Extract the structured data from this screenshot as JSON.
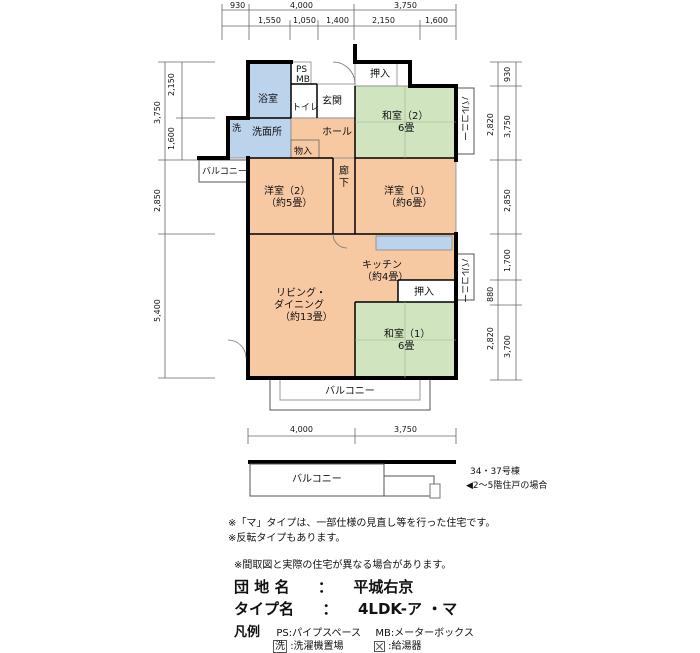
{
  "dimensions": {
    "top_outer": [
      "930",
      "4,000",
      "3,750"
    ],
    "top_inner": [
      "1,550",
      "1,050",
      "1,400",
      "2,150",
      "1,600"
    ],
    "left_outer": [
      "3,750",
      "2,850",
      "5,400"
    ],
    "left_inner": [
      "2,150",
      "1,600"
    ],
    "right_outer": [
      "930",
      "3,750",
      "2,850",
      "1,700",
      "3,700"
    ],
    "right_inner": [
      "2,820",
      "880",
      "2,820"
    ],
    "bottom": [
      "4,000",
      "3,750"
    ]
  },
  "rooms": {
    "bath": "浴室",
    "ps_mb_1": "PS",
    "ps_mb_2": "MB",
    "toilet": "トイレ",
    "entrance": "玄関",
    "closet_top": "押入",
    "washroom": "洗面所",
    "washer": "洗",
    "hall": "ホール",
    "storage": "物入",
    "corridor_1": "廊",
    "corridor_2": "下",
    "washitsu2_name": "和室（2）",
    "washitsu2_size": "6畳",
    "youshitsu2_name": "洋室（2）",
    "youshitsu2_size": "（約5畳）",
    "youshitsu1_name": "洋室（1）",
    "youshitsu1_size": "（約6畳）",
    "kitchen_name": "キッチン",
    "kitchen_size": "（約4畳）",
    "closet_mid": "押入",
    "living_1": "リビング・",
    "living_2": "ダイニング",
    "living_3": "（約13畳）",
    "washitsu1_name": "和室（1）",
    "washitsu1_size": "6畳",
    "balcony_left": "バルコニー",
    "balcony_right_top": "バルコニー",
    "balcony_right_mid": "バルコニー",
    "balcony_bottom": "バルコニー",
    "balcony_variant": "バルコニー"
  },
  "variant_note": {
    "line1": "34・37号棟",
    "line2": "◀2～5階住戸の場合"
  },
  "notes": [
    "※「マ」タイプは、一部仕様の見直し等を行った住宅です。",
    "※反転タイプもあります。"
  ],
  "disclaimer": "※間取図と実際の住宅が異なる場合があります。",
  "complex_label": "団 地 名",
  "complex_sep": "：",
  "complex_value": "平城右京",
  "type_label": "タイプ名",
  "type_sep": "：",
  "type_value": "4LDK-ア ・マ",
  "legend": {
    "title": "凡例",
    "ps": "PS:パイプスペース",
    "mb": "MB:メーターボックス",
    "washer_icon": "洗",
    "washer": ":洗濯機置場",
    "heater": ":給湯器"
  },
  "colors": {
    "orange": "#f6c9a3",
    "green": "#cfe4bf",
    "blue": "#bcd3ec",
    "white": "#ffffff",
    "wall": "#000000"
  }
}
